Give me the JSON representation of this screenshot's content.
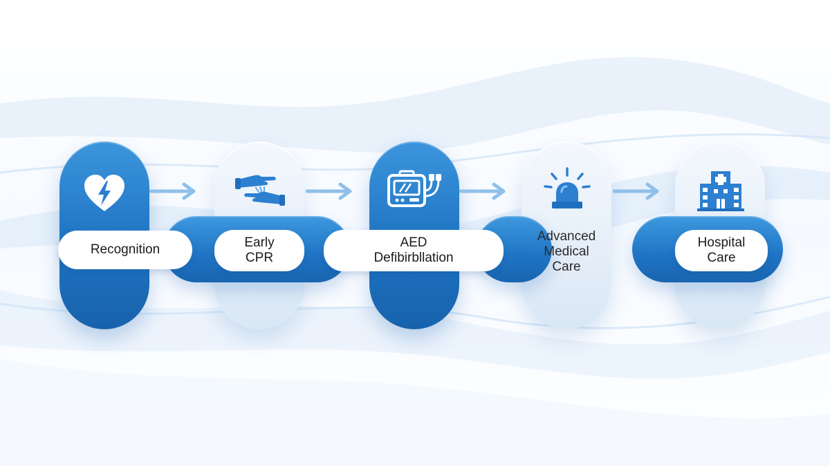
{
  "steps": [
    {
      "label": "Recognition",
      "icon": "heart-lightning-icon"
    },
    {
      "label_lines": [
        "Early",
        "CPR"
      ],
      "icon": "hands-icon"
    },
    {
      "label_lines": [
        "AED",
        "Defibirbllation"
      ],
      "icon": "defibrillator-icon"
    },
    {
      "label_lines": [
        "Advanced",
        "Medical",
        "Care"
      ],
      "icon": "siren-icon"
    },
    {
      "label_lines": [
        "Hospital",
        "Care"
      ],
      "icon": "hospital-icon"
    }
  ],
  "colors": {
    "primary": "#1f74c3",
    "primary_light": "#3e99df",
    "pale": "#e6eff9",
    "arrow": "#8fc0ea",
    "text": "#1a1a1a"
  }
}
